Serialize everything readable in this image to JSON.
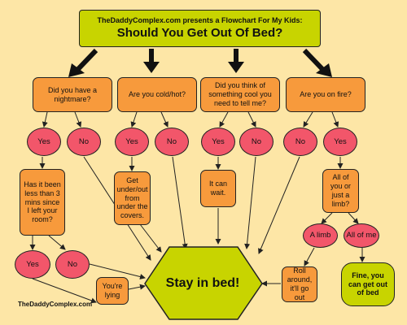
{
  "header": {
    "line1": "TheDaddyComplex.com presents a Flowchart For My Kids:",
    "line2": "Should You Get Out Of Bed?"
  },
  "questions": {
    "nightmare": "Did you have a nightmare?",
    "cold_hot": "Are you cold/hot?",
    "cool_thing": "Did you think of something cool you need to tell me?",
    "on_fire": "Are you on fire?",
    "three_mins": "Has it been less than 3 mins since I left your room?",
    "limb": "All of you or just a limb?"
  },
  "answers": {
    "yes": "Yes",
    "no": "No",
    "a_limb": "A limb",
    "all_of_me": "All of me"
  },
  "outcomes": {
    "get_under": "Get under/out from under the covers.",
    "it_can_wait": "It can wait.",
    "youre_lying": "You're lying",
    "roll_around": "Roll around, it'll go out",
    "fine_get_out": "Fine, you can get out of bed",
    "stay_in_bed": "Stay in bed!"
  },
  "footer": "TheDaddyComplex.com",
  "colors": {
    "background": "#fde6a6",
    "question": "#f79a3c",
    "answer": "#f2566a",
    "highlight": "#c8d400",
    "line": "#222222"
  }
}
